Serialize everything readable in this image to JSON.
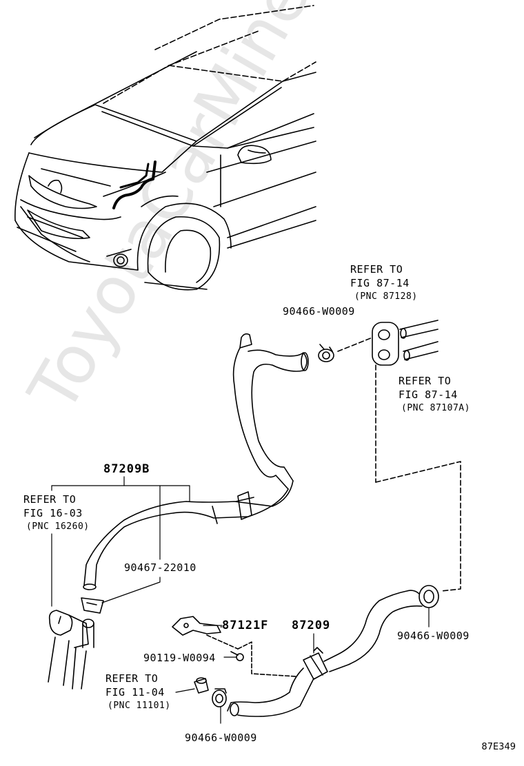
{
  "watermark": "ToyotaCarMine.ru",
  "figure_code": "87E349",
  "labels": {
    "refer_top": {
      "line1": "REFER TO",
      "line2": "FIG 87-14",
      "line3": "(PNC 87128)"
    },
    "clamp_top": "90466-W0009",
    "refer_right": {
      "line1": "REFER TO",
      "line2": "FIG 87-14",
      "line3": "(PNC 87107A)"
    },
    "hose_b": "87209B",
    "refer_left": {
      "line1": "REFER TO",
      "line2": "FIG 16-03",
      "line3": "(PNC 16260)"
    },
    "clip_90467": "90467-22010",
    "bracket": "87121F",
    "hose": "87209",
    "bolt": "90119-W0094",
    "clamp_right": "90466-W0009",
    "refer_bottom": {
      "line1": "REFER TO",
      "line2": "FIG 11-04",
      "line3": "(PNC 11101)"
    },
    "clamp_bottom": "90466-W0009"
  }
}
